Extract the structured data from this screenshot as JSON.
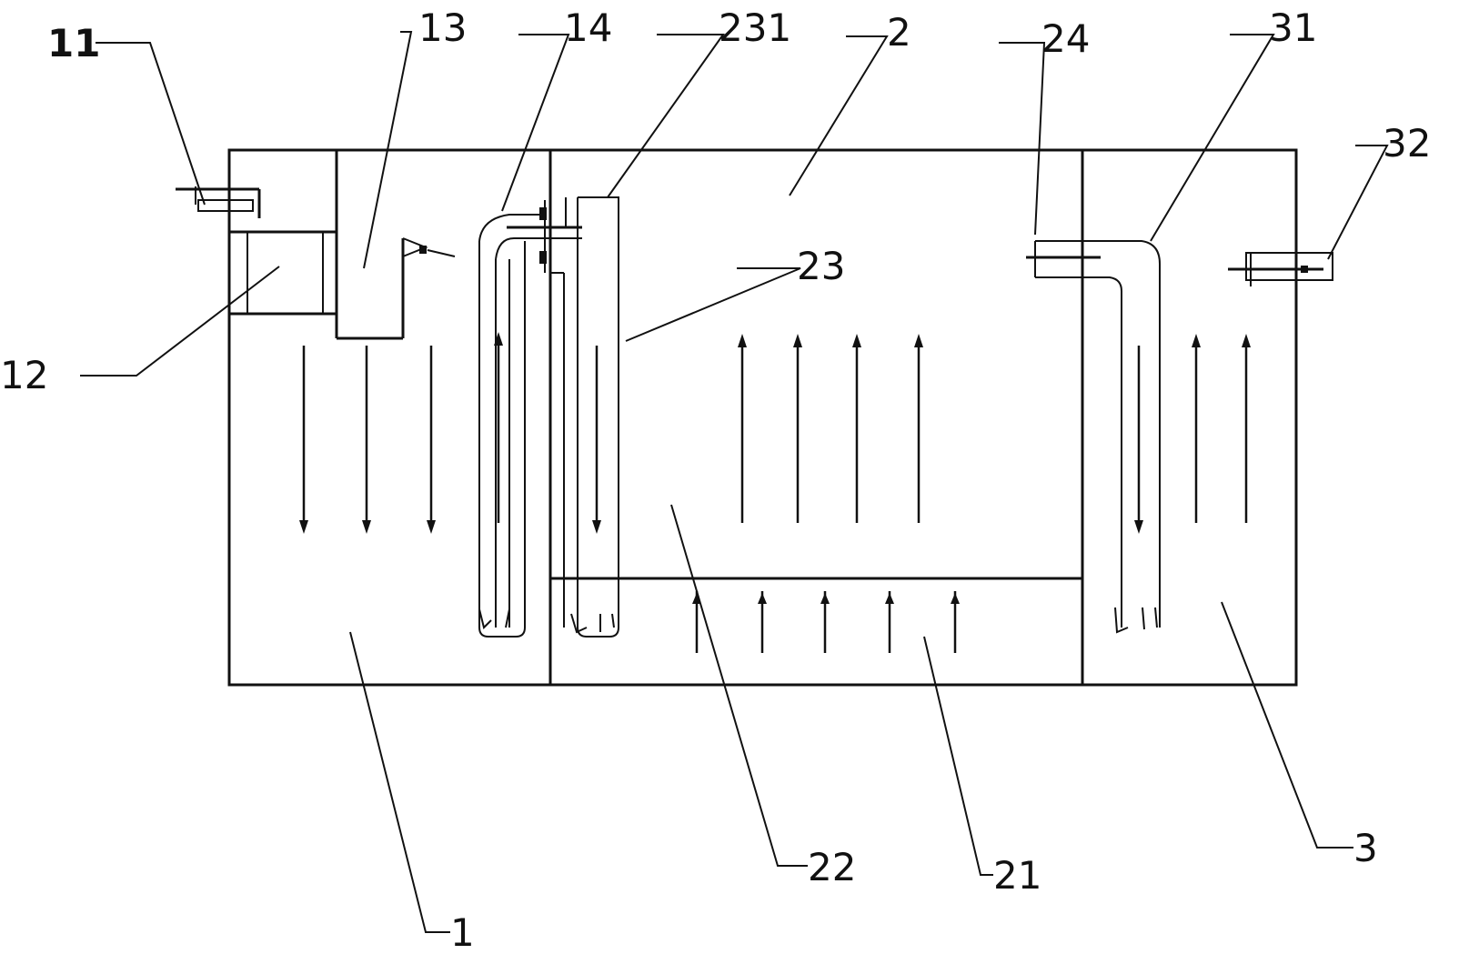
{
  "diagram": {
    "labels": {
      "l11": "11",
      "l13": "13",
      "l14": "14",
      "l231": "231",
      "l2": "2",
      "l24": "24",
      "l31": "31",
      "l32": "32",
      "l12": "12",
      "l23": "23",
      "l22": "22",
      "l21": "21",
      "l3": "3",
      "l1": "1"
    },
    "line_color": "#111111",
    "background": "#ffffff"
  }
}
